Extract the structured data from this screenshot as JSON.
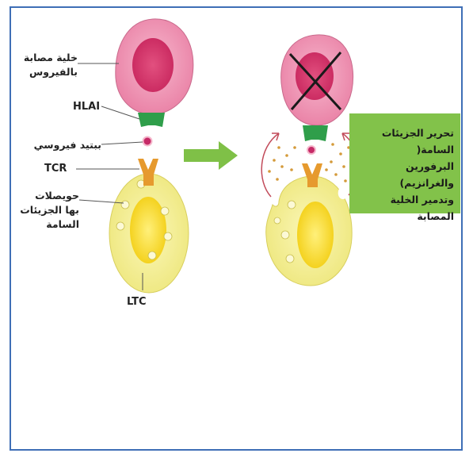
{
  "labels": {
    "infected_cell": "خلية مصابة\nبالفيروس",
    "hla": "HLAI",
    "viral_peptide": "ببتيد فيروسي",
    "tcr": "TCR",
    "vesicles": "حويصلات\nبها الجزيئات\nالسامة",
    "ltc": "LTC"
  },
  "result_text": "تحرير الجزيئات السامة(\nالبرفورين والغرانزيم)\nوتدمير الخلية المصابة",
  "colors": {
    "frame": "#3f6fb6",
    "infected_cell": "#ee8fb0",
    "nucleus": "#d63a72",
    "hla": "#2f9e4a",
    "tcr": "#e69a2e",
    "ltc_cell": "#f7f09a",
    "ltc_nucleus": "#f4d21a",
    "arrow": "#7fc047",
    "result_box": "#82c24a"
  }
}
